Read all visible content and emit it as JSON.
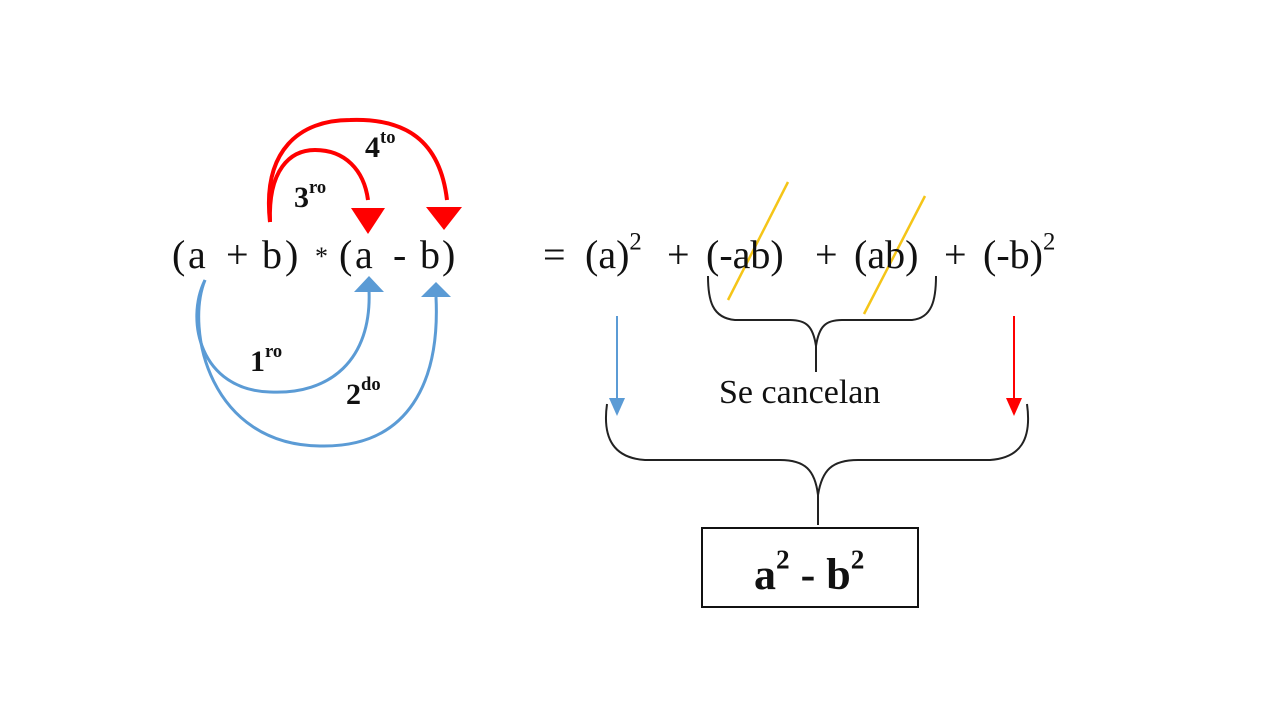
{
  "left_expression": {
    "open1": "(",
    "a1": "a",
    "plus": "+",
    "b1": "b",
    "close1": ")",
    "times": "*",
    "open2": "(",
    "a2": "a",
    "minus": "-",
    "b2": "b",
    "close2": ")"
  },
  "steps": [
    {
      "number": "1",
      "suffix": "ro",
      "color": "#5b9bd5"
    },
    {
      "number": "2",
      "suffix": "do",
      "color": "#5b9bd5"
    },
    {
      "number": "3",
      "suffix": "ro",
      "color": "#ff0000"
    },
    {
      "number": "4",
      "suffix": "to",
      "color": "#ff0000"
    }
  ],
  "right_expression": {
    "equals": "=",
    "term1": "(a)",
    "term1_exp": "2",
    "plus1": "+",
    "term2": "(-ab)",
    "plus2": "+",
    "term3": "(ab)",
    "plus3": "+",
    "term4": "(-b)",
    "term4_exp": "2"
  },
  "cancel_label": "Se cancelan",
  "result": {
    "base1": "a",
    "exp1": "2",
    "minus": "-",
    "base2": "b",
    "exp2": "2"
  },
  "colors": {
    "blue": "#5b9bd5",
    "red": "#ff0000",
    "strike": "#f5c518",
    "brace": "#222222"
  }
}
